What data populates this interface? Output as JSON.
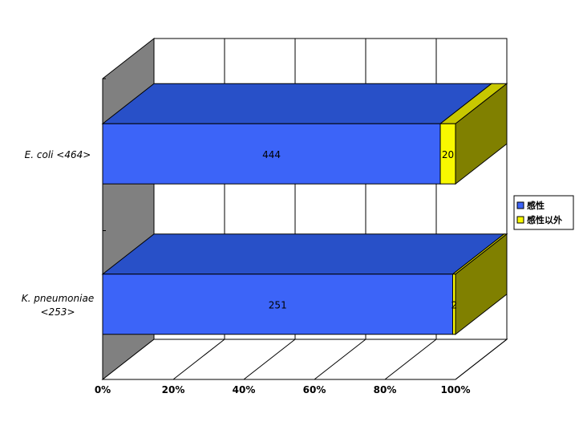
{
  "chart_data": {
    "type": "bar",
    "orientation": "horizontal",
    "stacked": "percent",
    "three_d": true,
    "categories": [
      [
        "E. coli <464>"
      ],
      [
        "K. pneumoniae",
        "<253>"
      ]
    ],
    "series": [
      {
        "name": "感性",
        "values": [
          444,
          251
        ],
        "color": "#3c64f8",
        "top_color": "#2850c8",
        "side_color": "#2850c8"
      },
      {
        "name": "感性以外",
        "values": [
          20,
          2
        ],
        "color": "#f8f800",
        "top_color": "#c8c800",
        "side_color": "#808000"
      }
    ],
    "x_ticks": [
      "0%",
      "20%",
      "40%",
      "60%",
      "80%",
      "100%"
    ],
    "xlim": [
      0,
      100
    ],
    "grid": true,
    "legend_position": "right",
    "wall_color": "#808080"
  }
}
